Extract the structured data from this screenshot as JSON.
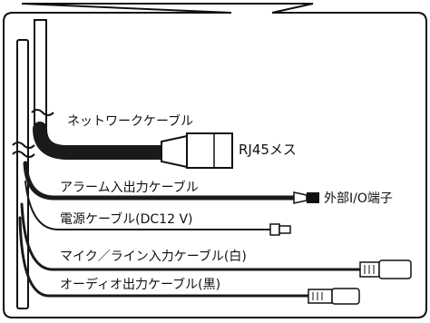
{
  "labels": {
    "network_cable": "ネットワークケーブル",
    "rj45": "RJ45メス",
    "alarm_cable": "アラーム入出力ケーブル",
    "external_io": "外部I/O端子",
    "power_cable": "電源ケーブル(DC12 V)",
    "mic_line_cable": "マイク／ライン入力ケーブル(白)",
    "audio_out_cable": "オーディオ出力ケーブル(黒)"
  }
}
